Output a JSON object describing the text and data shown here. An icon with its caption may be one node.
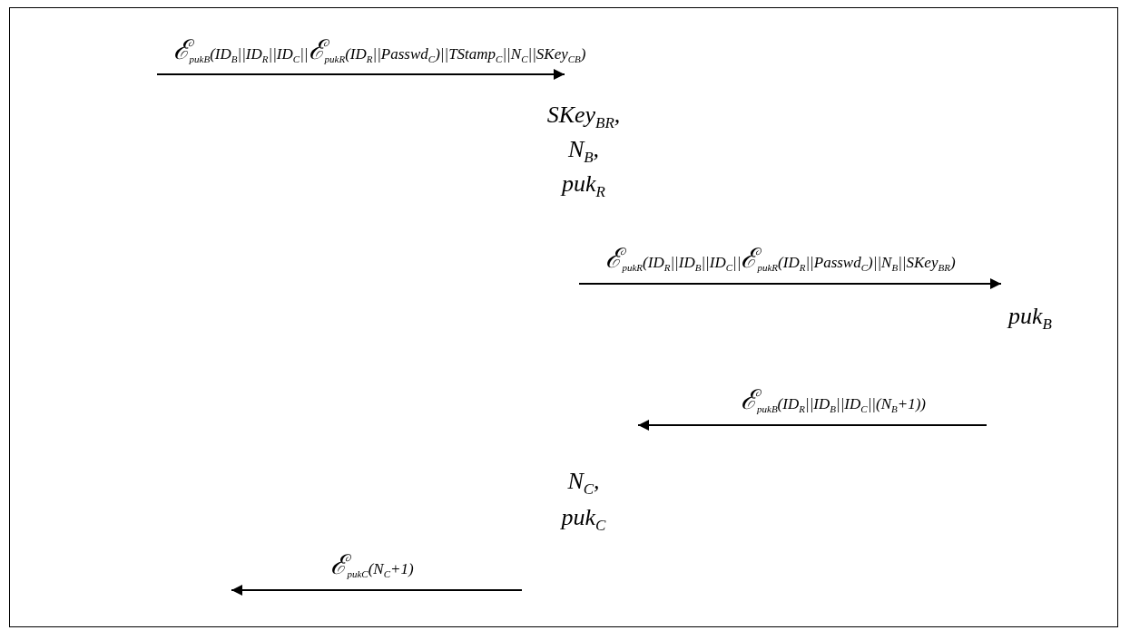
{
  "diagram": {
    "labels": [
      "ℰ$_{puk}$$_{B}$(ID$_{B}$||ID$_{R}$||ID$_{C}$||ℰ$_{puk}$$_{R}$(ID$_{R}$||Passwd$_{C}$)||TStamp$_{C}$||N$_{C}$||SKey$_{CB}$)",
      "SKey$_{BR}$,",
      "N$_{B}$,",
      "puk$_{R}$",
      "ℰ$_{puk}$$_{R}$(ID$_{R}$||ID$_{B}$||ID$_{C}$||ℰ$_{puk}$$_{R}$(ID$_{R}$||Passwd$_{C}$)||N$_{B}$||SKey$_{BR}$)",
      "puk$_{B}$",
      "ℰ$_{puk}$$_{B}$(ID$_{R}$||ID$_{B}$||ID$_{C}$||(N$_{B}$+1))",
      "N$_{C}$,",
      "puk$_{C}$",
      "ℰ$_{puk}$$_{C}$(N$_{C}$+1)"
    ]
  }
}
